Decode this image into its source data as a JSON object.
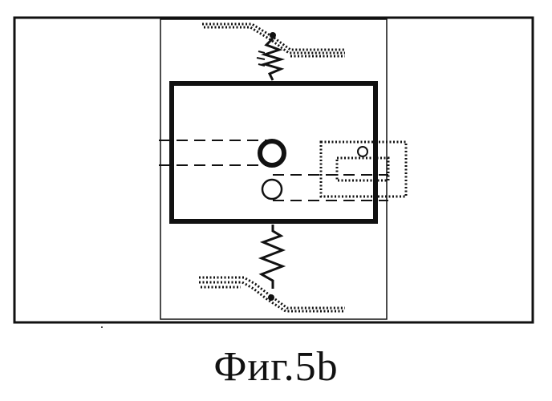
{
  "figure": {
    "caption": "Фиг.5b",
    "colors": {
      "ink": "#111111",
      "background": "#ffffff"
    },
    "components": {
      "outer_frame": "rectangle",
      "inner_panel": "rectangle",
      "central_block": "thick-rectangle",
      "top_spring": "zigzag-spring",
      "bottom_spring": "zigzag-spring",
      "top_lever": "dotted-lever-with-pivot",
      "bottom_lever": "dotted-lever-with-pivot",
      "bold_circle": "circle-thick",
      "thin_circle": "circle-thin",
      "side_outer_box": "dotted-rectangle",
      "side_inner_box": "dotted-rectangle",
      "side_small_circle": "circle-thin",
      "dashed_guides": "dashed-lines"
    }
  }
}
